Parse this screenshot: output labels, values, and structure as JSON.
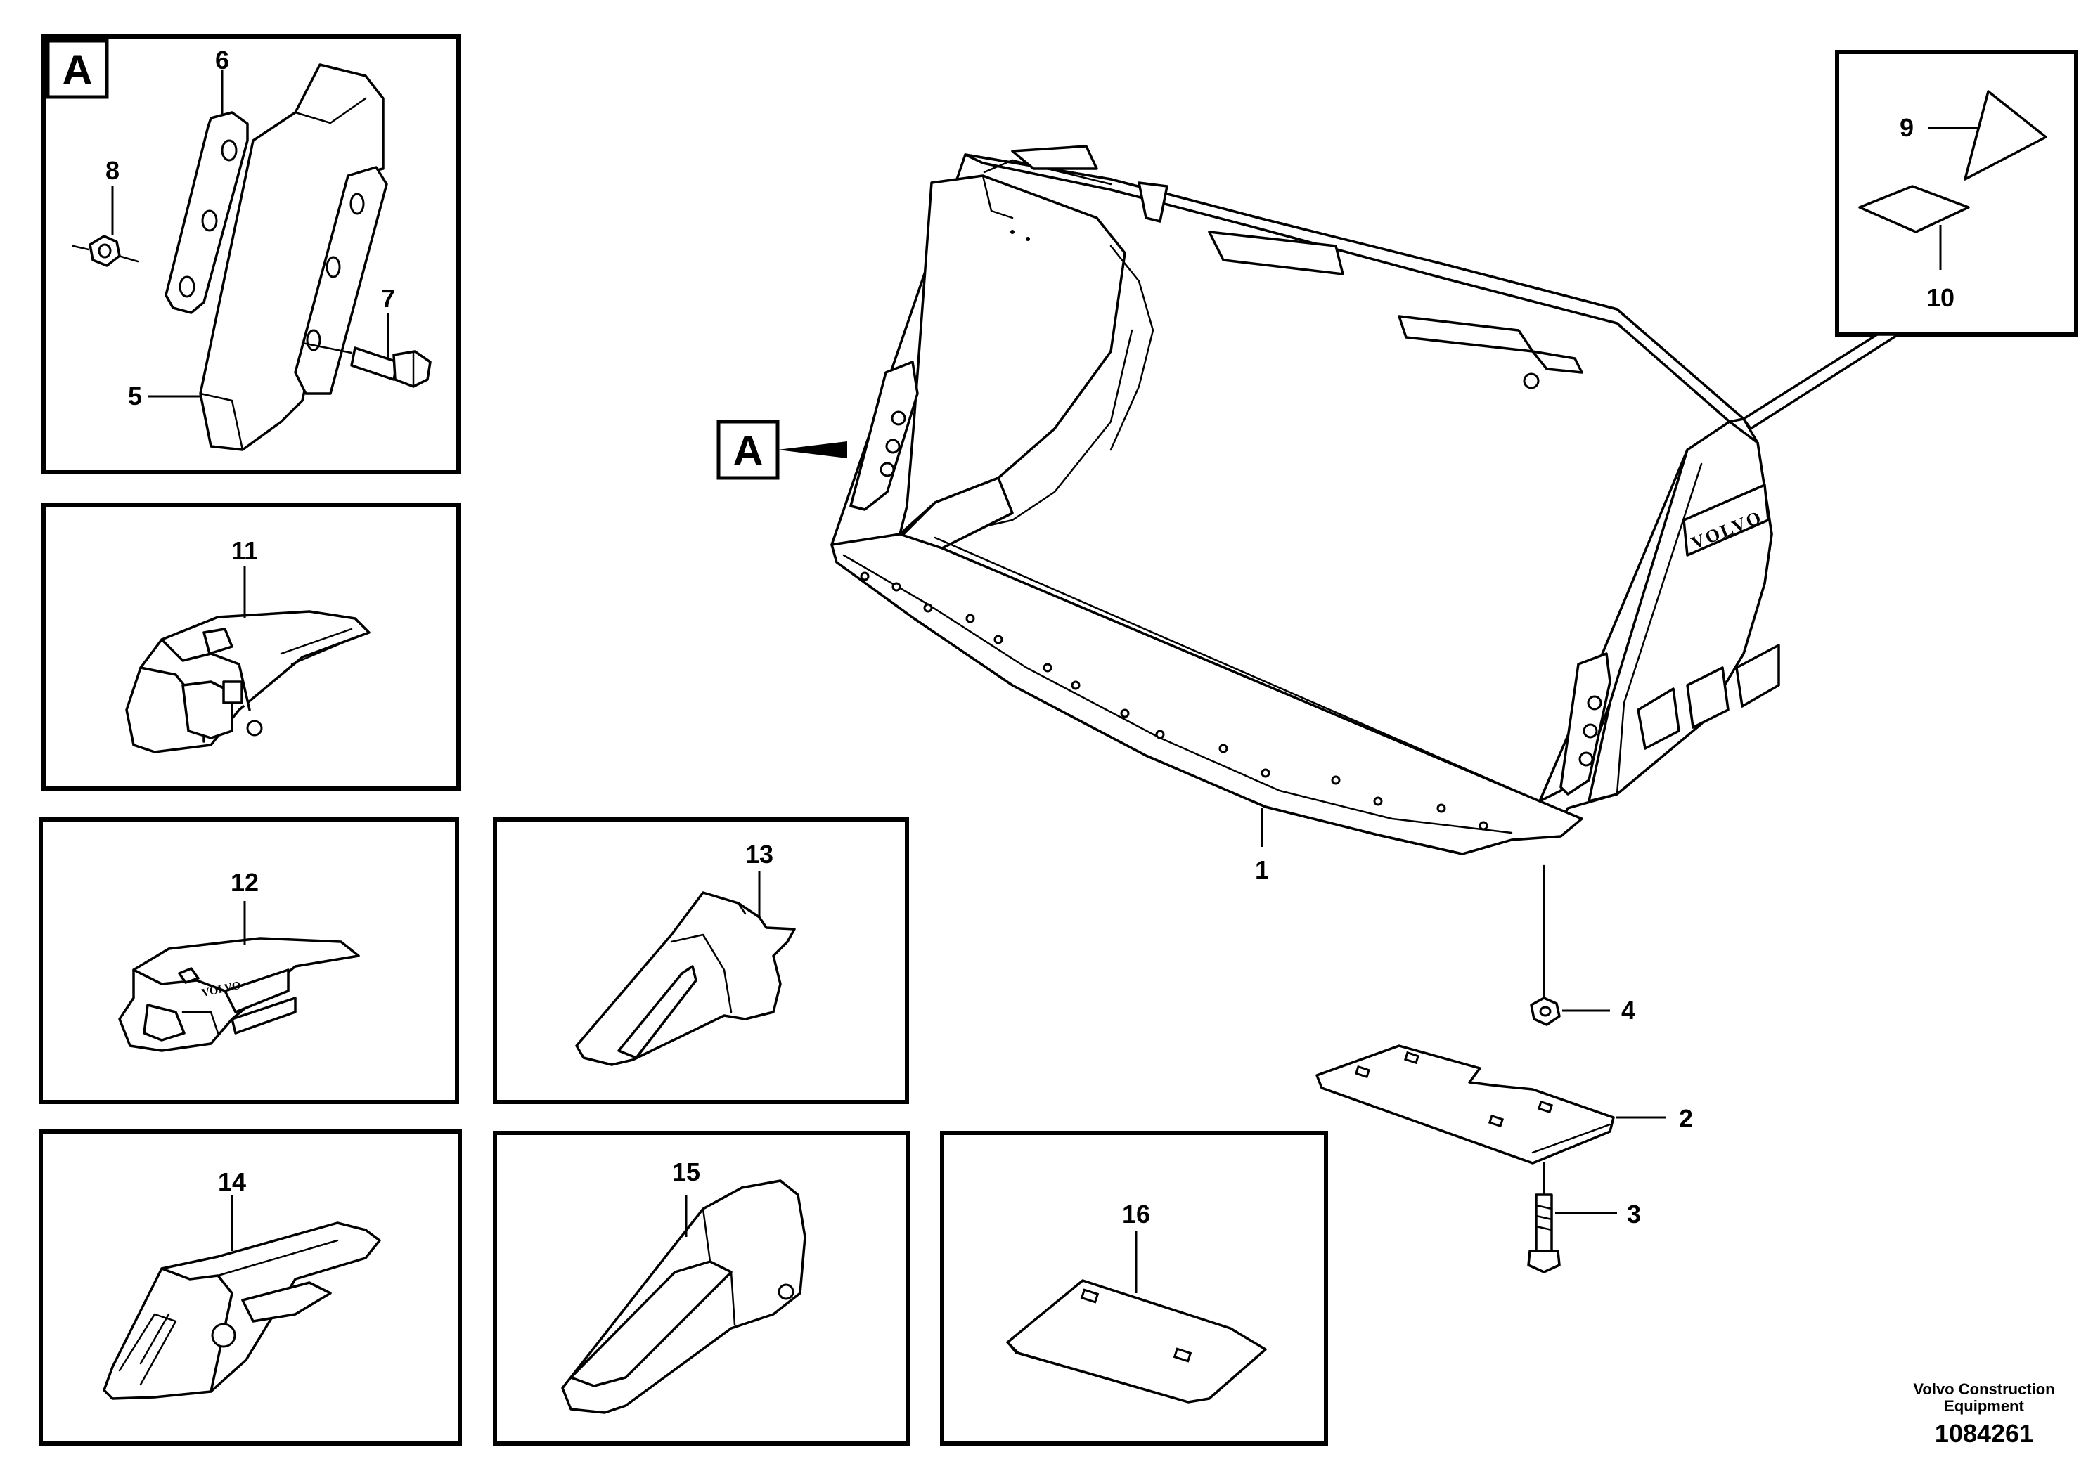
{
  "labels": {
    "p1": "1",
    "p2": "2",
    "p3": "3",
    "p4": "4",
    "p5": "5",
    "p6": "6",
    "p7": "7",
    "p8": "8",
    "p9": "9",
    "p10": "10",
    "p11": "11",
    "p12": "12",
    "p13": "13",
    "p14": "14",
    "p15": "15",
    "p16": "16"
  },
  "detail_tag": "A",
  "bucket_brand": "VOLVO",
  "footer": {
    "company_line1": "Volvo Construction",
    "company_line2": "Equipment",
    "document_number": "1084261"
  }
}
